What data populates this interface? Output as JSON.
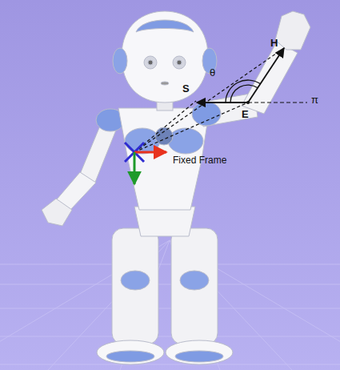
{
  "diagram": {
    "labels": [
      "S",
      "E",
      "H",
      "θ",
      "π",
      "Fixed Frame"
    ]
  }
}
